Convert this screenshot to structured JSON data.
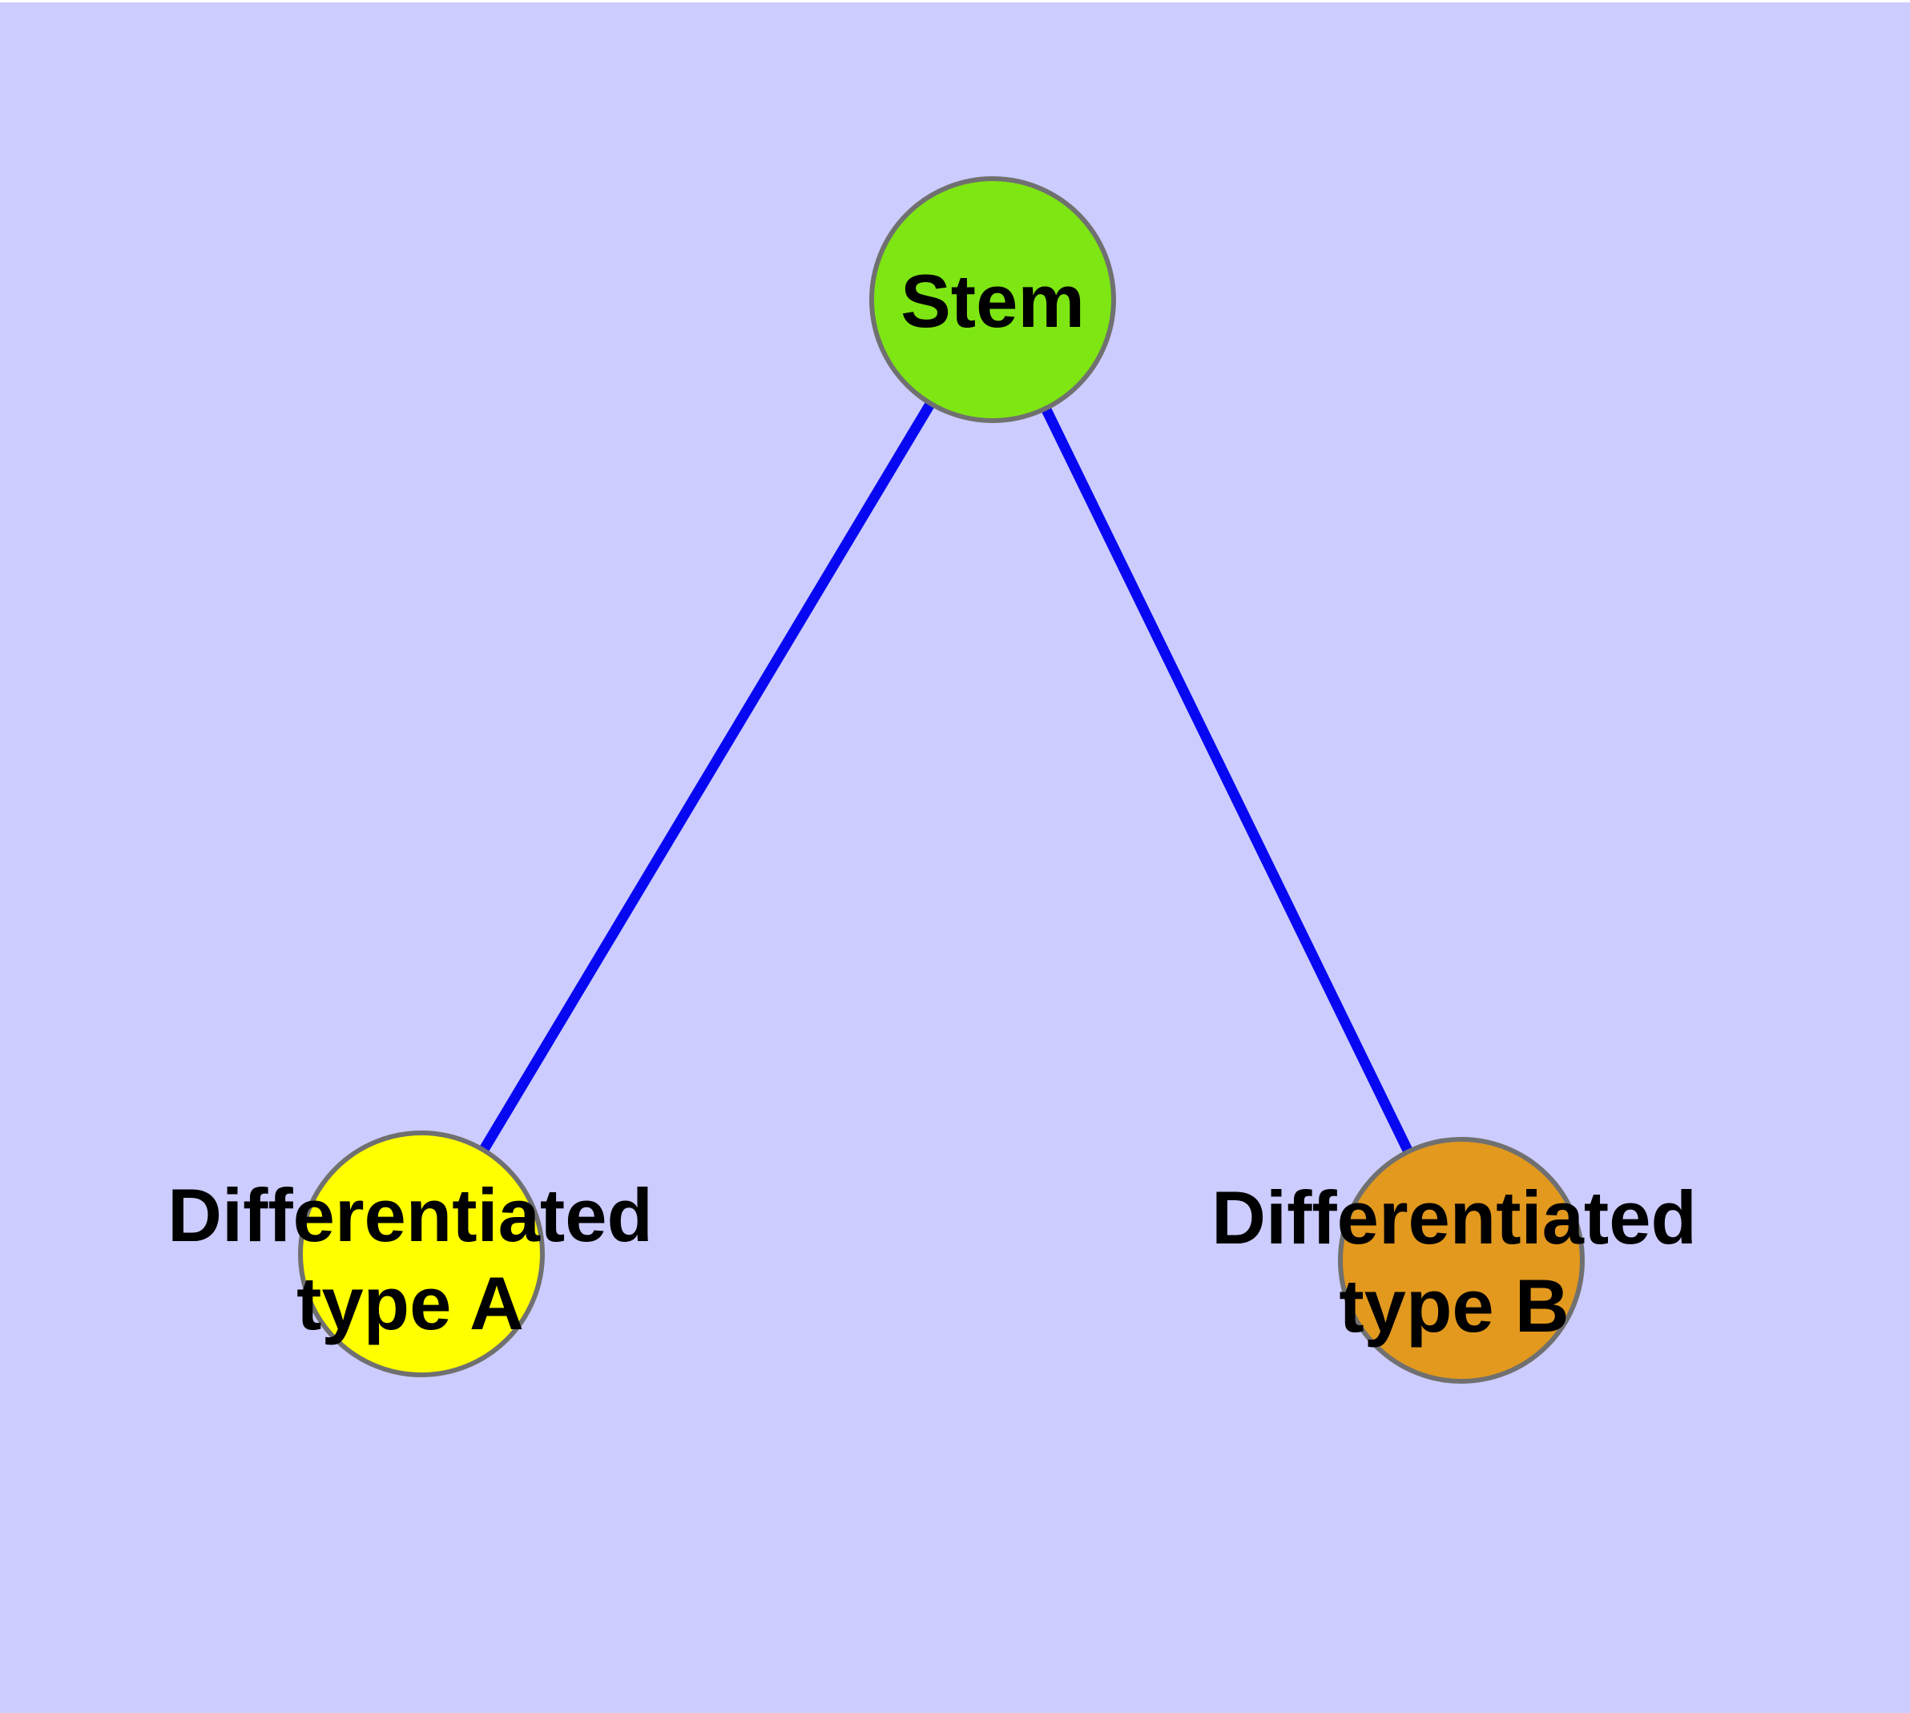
{
  "canvas": {
    "background_color": "#CCCCFF",
    "top_strip_color": "#FFFFFF"
  },
  "diagram": {
    "type": "graph",
    "edge_color": "#0707F2",
    "node_border_color": "#707070",
    "label_color": "#000000",
    "nodes": {
      "stem": {
        "label": "Stem",
        "fill": "#7EE613"
      },
      "type_a": {
        "label_line1": "Differentiated",
        "label_line2": "type A",
        "fill": "#FFFF00"
      },
      "type_b": {
        "label_line1": "Differentiated",
        "label_line2": "type B",
        "fill": "#E2991E"
      }
    },
    "edges": [
      {
        "from": "Stem",
        "to": "Differentiated type A"
      },
      {
        "from": "Stem",
        "to": "Differentiated type B"
      }
    ]
  }
}
